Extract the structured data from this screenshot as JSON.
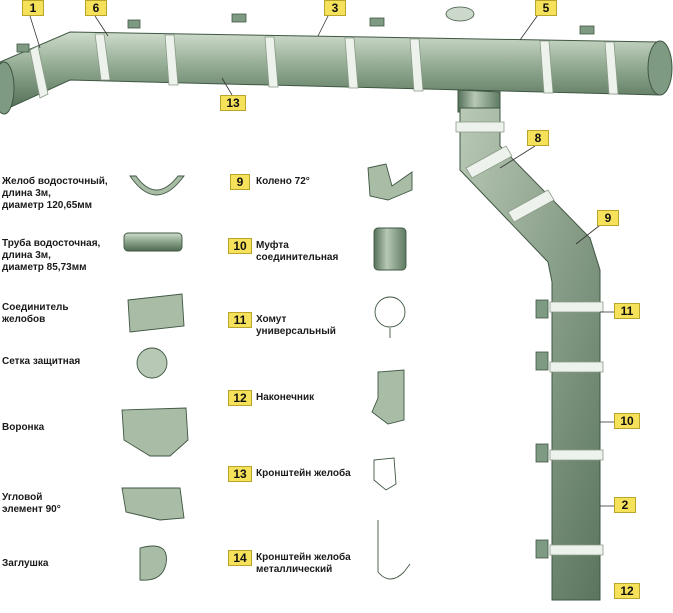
{
  "callouts": [
    "1",
    "6",
    "3",
    "5",
    "13",
    "8",
    "9",
    "11",
    "10",
    "2",
    "12"
  ],
  "items": [
    {
      "num": "",
      "text": "Желоб водосточный,\nдлина 3м,\nдиаметр 120,65мм"
    },
    {
      "num": "",
      "text": "Труба водосточная,\nдлина 3м,\nдиаметр 85,73мм"
    },
    {
      "num": "",
      "text": "Соединитель\nжелобов"
    },
    {
      "num": "",
      "text": "Сетка защитная"
    },
    {
      "num": "",
      "text": "Воронка"
    },
    {
      "num": "",
      "text": "Угловой\nэлемент 90°"
    },
    {
      "num": "",
      "text": "Заглушка"
    },
    {
      "num": "9",
      "text": "Колено 72°"
    },
    {
      "num": "10",
      "text": "Муфта\nсоединительная"
    },
    {
      "num": "11",
      "text": "Хомут\nуниверсальный"
    },
    {
      "num": "12",
      "text": "Наконечник"
    },
    {
      "num": "13",
      "text": "Кронштейн желоба"
    },
    {
      "num": "14",
      "text": "Кронштейн желоба\nметаллический"
    }
  ],
  "colors": {
    "pipe": "#8fa88f",
    "pipe_dark": "#5f7a62",
    "clamp": "#e6ece4",
    "badge": "#f6e25a"
  }
}
